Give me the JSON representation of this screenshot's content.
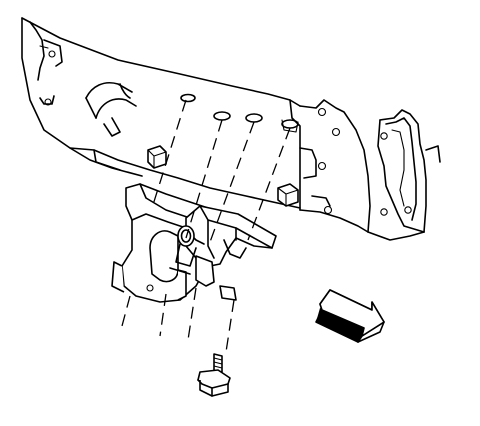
{
  "diagram": {
    "parts": [
      {
        "name": "frame-panel",
        "icon": "frame-rail-icon"
      },
      {
        "name": "crossmember",
        "icon": "crossmember-icon"
      },
      {
        "name": "mounting-bracket",
        "icon": "bracket-icon"
      },
      {
        "name": "bolt",
        "icon": "bolt-icon"
      },
      {
        "name": "direction-arrow",
        "icon": "forward-arrow-icon"
      }
    ],
    "colors": {
      "line": "#000000",
      "background": "#ffffff"
    }
  }
}
